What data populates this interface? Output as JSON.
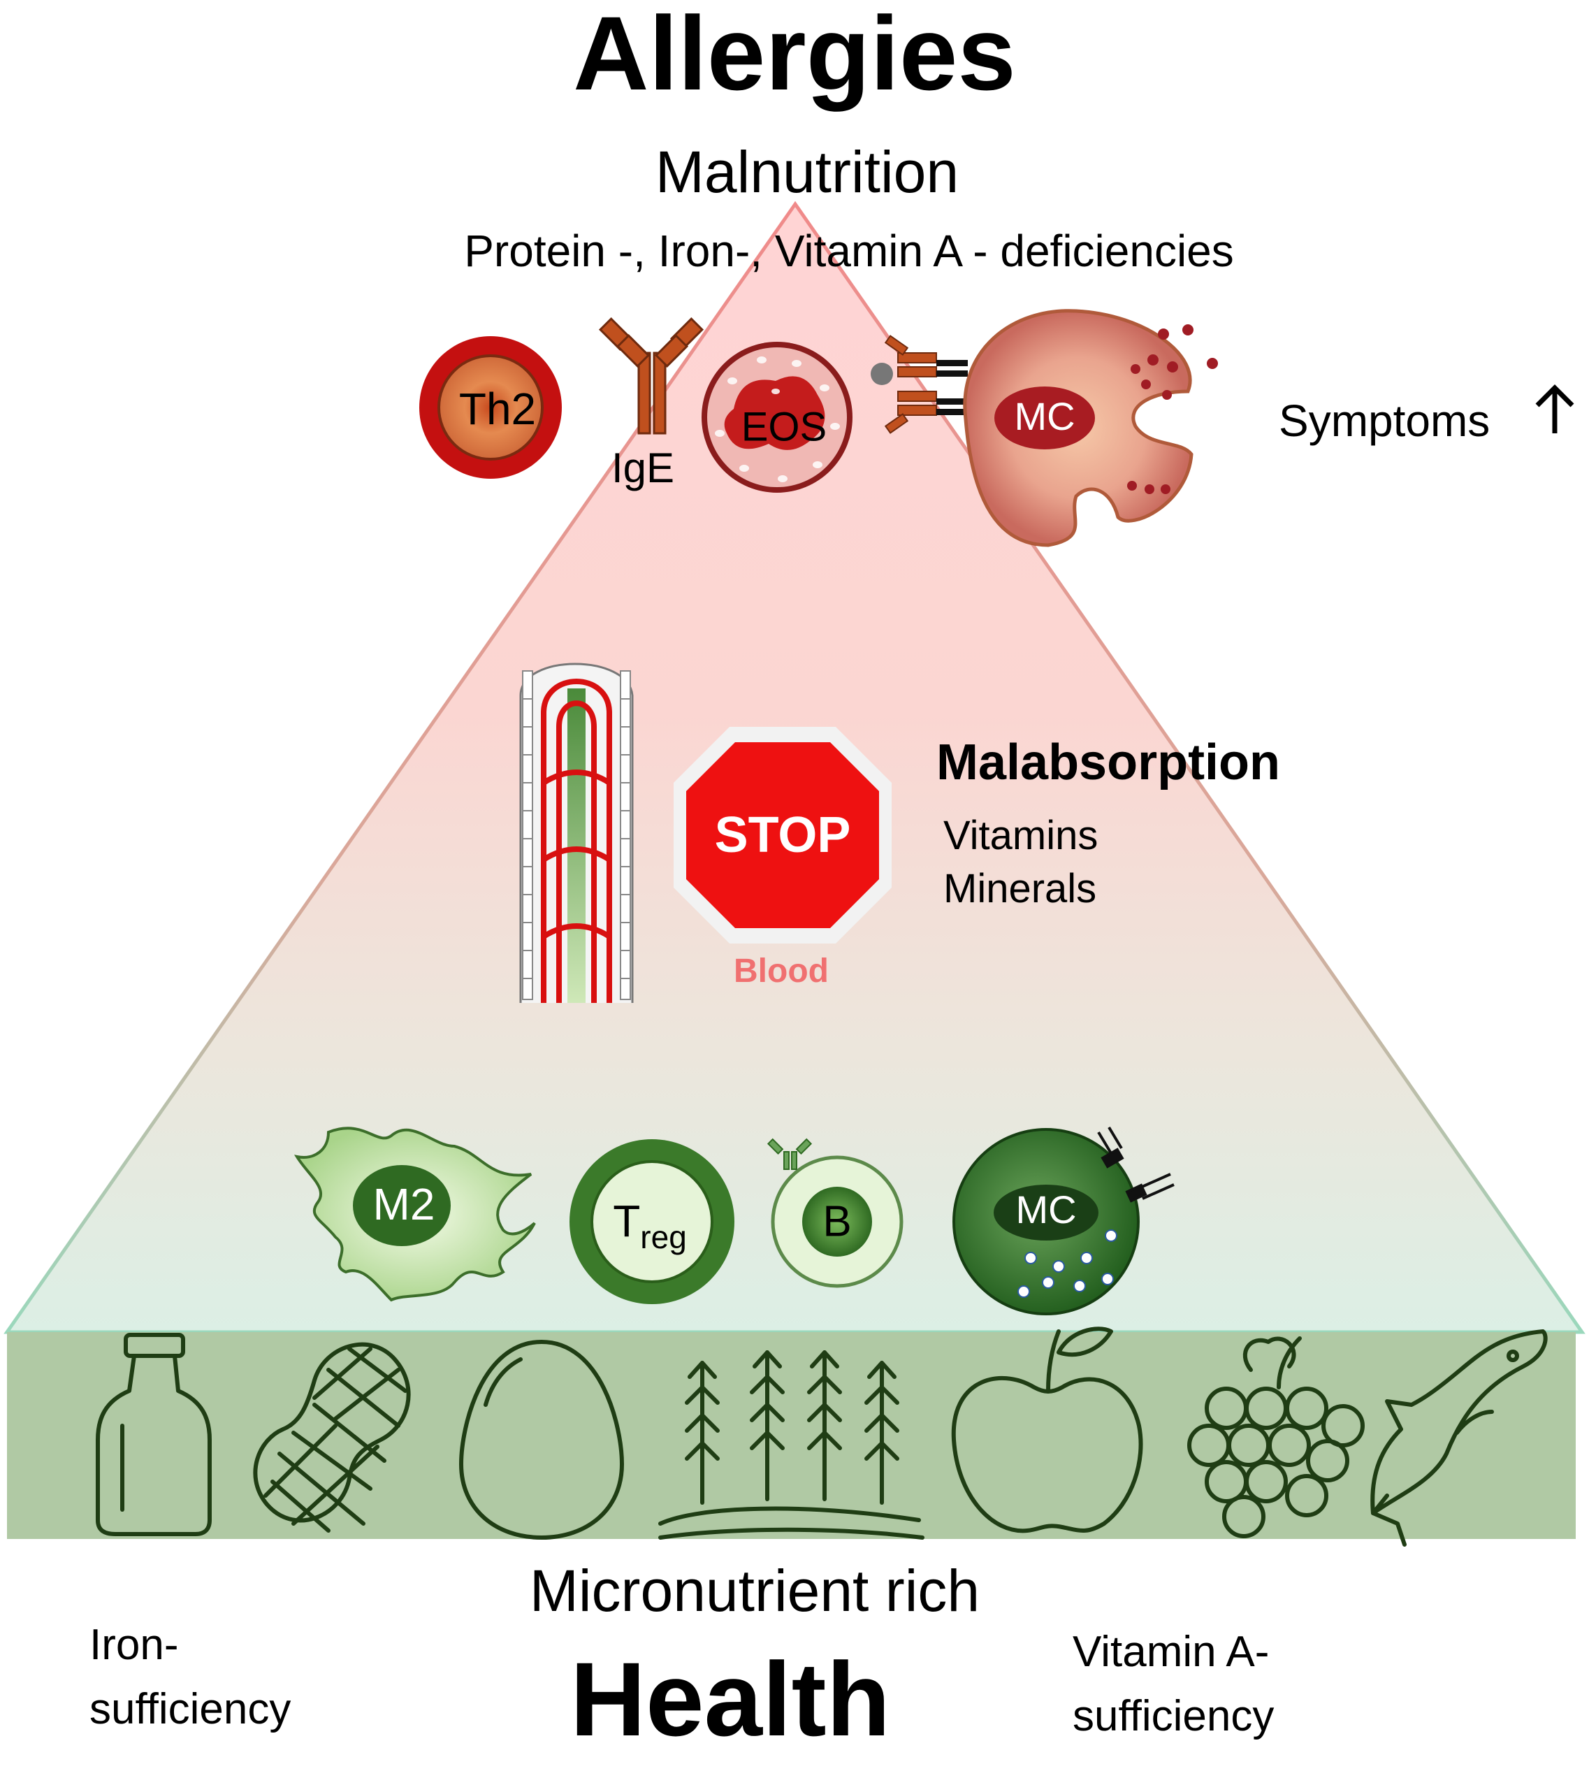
{
  "title": "Allergies",
  "top_subtitle": "Malnutrition",
  "deficiencies": "Protein -, Iron-, Vitamin A - deficiencies",
  "symptoms": "Symptoms",
  "allergy_cells": {
    "th2": "Th2",
    "ige": "IgE",
    "eos": "EOS",
    "mc": "MC"
  },
  "malabsorption": {
    "title": "Malabsorption",
    "items": [
      "Vitamins",
      "Minerals"
    ],
    "stop": "STOP",
    "blood": "Blood"
  },
  "healthy_cells": {
    "m2": "M2",
    "treg_main": "T",
    "treg_sub": "reg",
    "b": "B",
    "mc": "MC"
  },
  "foods": [
    "milk-bottle-icon",
    "peanut-icon",
    "egg-icon",
    "wheat-icon",
    "apple-icon",
    "grapes-icon",
    "fish-icon"
  ],
  "bottom_subtitle": "Micronutrient rich",
  "bottom_title": "Health",
  "iron_sufficiency": "Iron-\nsufficiency",
  "vitamin_a_sufficiency": "Vitamin A-\nsufficiency",
  "colors": {
    "allergy_red": "#c00000",
    "stop_red": "#ee1111",
    "blood_text": "#f07070",
    "food_band": "#b0c9a4",
    "healthy_green": "#3b7a2a"
  }
}
